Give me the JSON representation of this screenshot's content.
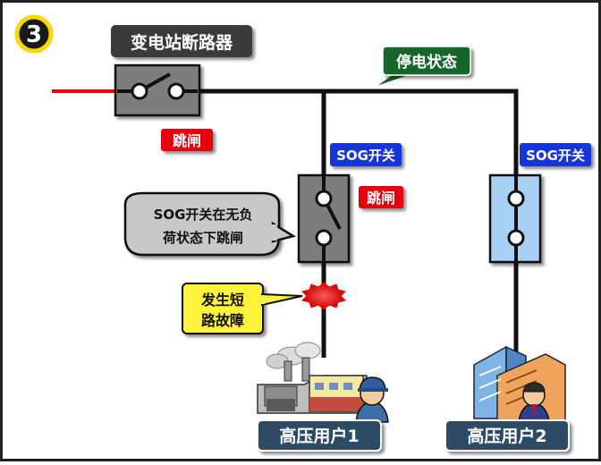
{
  "step_number": "3",
  "labels": {
    "substation_breaker": "变电站断路器",
    "outage_state": "停电状态",
    "trip_breaker": "跳闸",
    "sog_switch_1": "SOG开关",
    "sog_switch_2": "SOG开关",
    "trip_sog": "跳闸",
    "sog_note_line1": "SOG开关在无负",
    "sog_note_line2": "荷状态下跳闸",
    "fault_line1": "发生短",
    "fault_line2": "路故障",
    "customer_1": "高压用户1",
    "customer_2": "高压用户2"
  },
  "colors": {
    "yellow_badge": "#ffd700",
    "dark_label": "#3a3a3a",
    "outage_label": "#17652a",
    "trip_red": "#e8000c",
    "sog_blue": "#1436d8",
    "switch_gray": "#7d7d7d",
    "switch_light_blue": "#a8d0f4",
    "fault_yellow": "#fff23a",
    "customer_label": "#2e4b66"
  },
  "icons": [
    "factory-icon",
    "office-building-icon",
    "worker-avatar-icon"
  ]
}
